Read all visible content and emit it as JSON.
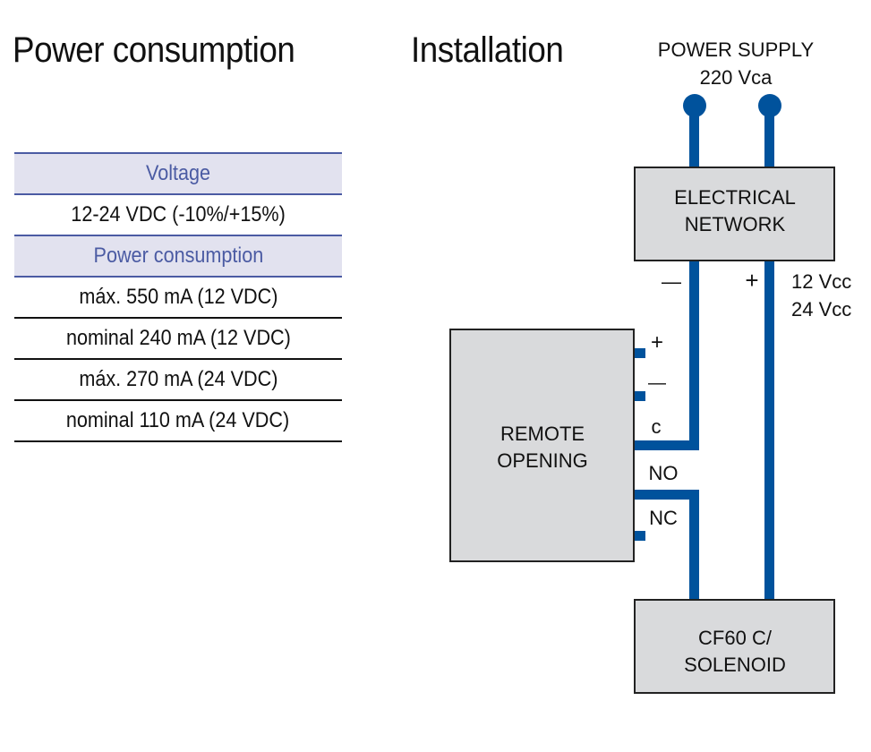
{
  "titles": {
    "left": "Power consumption",
    "right": "Installation"
  },
  "spec_table": {
    "rows": [
      {
        "type": "header",
        "text": "Voltage"
      },
      {
        "type": "value",
        "text": "12-24 VDC (-10%/+15%)"
      },
      {
        "type": "header",
        "text": "Power consumption"
      },
      {
        "type": "value",
        "text": "máx. 550 mA (12 VDC)"
      },
      {
        "type": "value",
        "text": "nominal 240 mA (12 VDC)"
      },
      {
        "type": "value",
        "text": "máx. 270 mA (24 VDC)"
      },
      {
        "type": "value",
        "text": "nominal 110 mA (24 VDC)"
      }
    ]
  },
  "diagram": {
    "colors": {
      "wire": "#00529c",
      "box_fill": "#d9dadc",
      "box_stroke": "#222222",
      "header_text": "#4b5ba3",
      "header_fill": "#e2e2ef"
    },
    "power_supply": {
      "line1": "POWER SUPPLY",
      "line2": "220 Vca"
    },
    "electrical_network": {
      "line1": "ELECTRICAL",
      "line2": "NETWORK"
    },
    "remote_opening": {
      "line1": "REMOTE",
      "line2": "OPENING"
    },
    "solenoid": {
      "line1": "CF60 C/",
      "line2": "SOLENOID"
    },
    "dc_labels": {
      "minus": "—",
      "plus": "+",
      "v12": "12 Vcc",
      "v24": "24 Vcc"
    },
    "terminals": {
      "plus": "+",
      "minus": "—",
      "c": "c",
      "no": "NO",
      "nc": "NC"
    }
  }
}
